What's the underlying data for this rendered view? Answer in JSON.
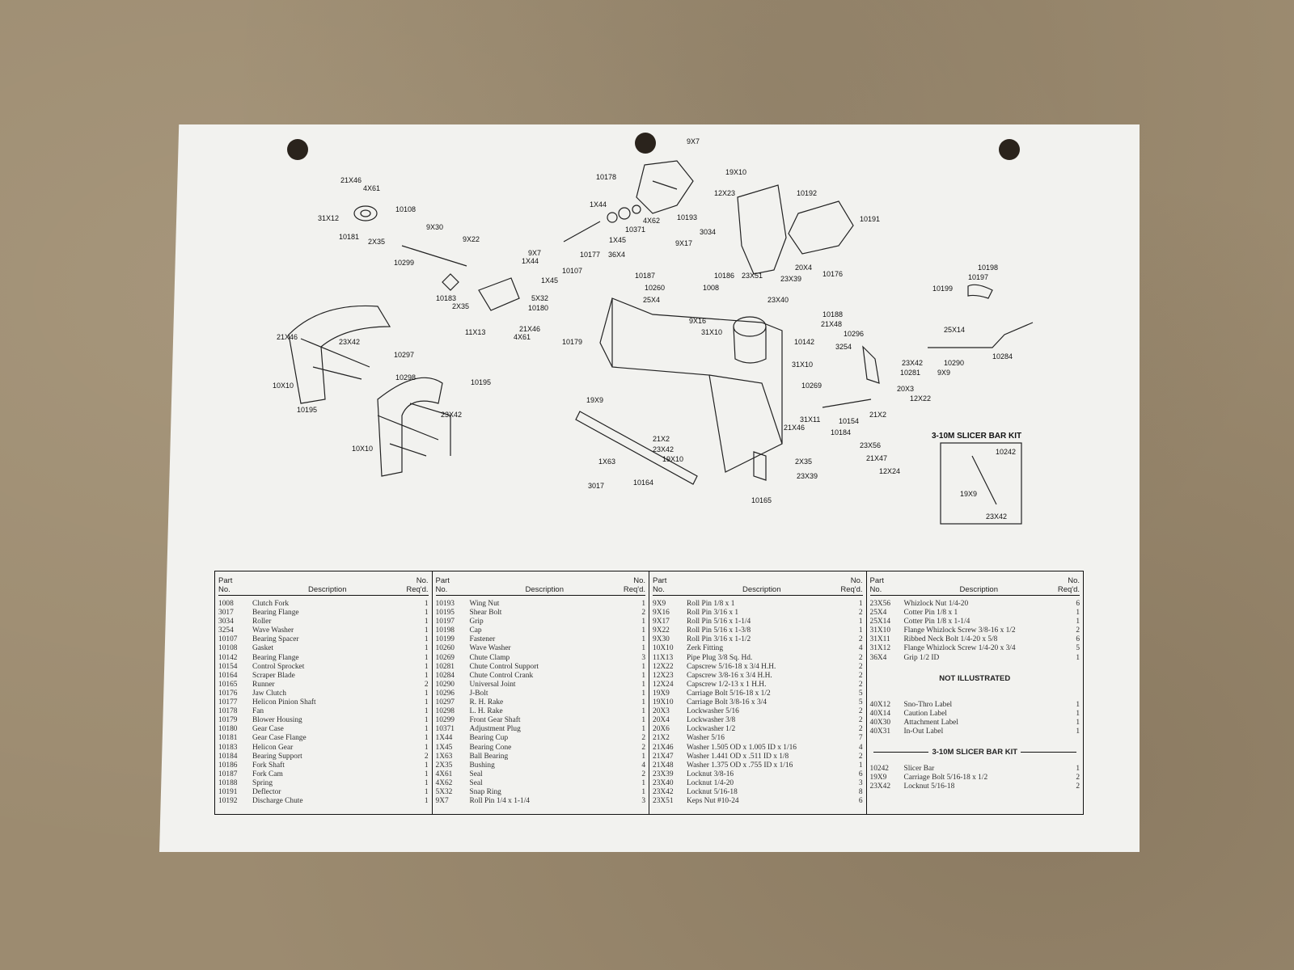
{
  "callouts": {
    "c9x7_top": "9X7",
    "c19x10_top": "19X10",
    "c12x23": "12X23",
    "c10192": "10192",
    "c10191": "10191",
    "c10178": "10178",
    "c1x44_a": "1X44",
    "c4x62": "4X62",
    "c10371": "10371",
    "c1x45_a": "1X45",
    "c10193": "10193",
    "c3034": "3034",
    "c9x17": "9X17",
    "c10177": "10177",
    "c36x4": "36X4",
    "c20x4": "20X4",
    "c10176": "10176",
    "c23x51": "23X51",
    "c23x39_a": "23X39",
    "c10186": "10186",
    "c10187": "10187",
    "c10260": "10260",
    "c1008": "1008",
    "c25x4": "25X4",
    "c9x16": "9X16",
    "c31x10_a": "31X10",
    "c23x40": "23X40",
    "c10188": "10188",
    "c21x48": "21X48",
    "c10142": "10142",
    "c10179": "10179",
    "c31x10_b": "31X10",
    "c10269": "10269",
    "c21x46_tl": "21X46",
    "c4x61_tl": "4X61",
    "c31x12": "31X12",
    "c10108": "10108",
    "c10181": "10181",
    "c2x35_a": "2X35",
    "c9x30": "9X30",
    "c9x22": "9X22",
    "c10299": "10299",
    "c9x7_b": "9X7",
    "c1x44_b": "1X44",
    "c10107": "10107",
    "c1x45_b": "1X45",
    "c10183": "10183",
    "c2x35_b": "2X35",
    "c5x32": "5X32",
    "c10180": "10180",
    "c11x13": "11X13",
    "c21x46_m": "21X46",
    "c4x61_m": "4X61",
    "c21x46_l": "21X46",
    "c23x42_l": "23X42",
    "c10297": "10297",
    "c10x10_a": "10X10",
    "c10195_a": "10195",
    "c10298": "10298",
    "c10195_b": "10195",
    "c23x42_m": "23X42",
    "c10x10_b": "10X10",
    "c19x9_a": "19X9",
    "c21x2_a": "21X2",
    "c23x42_b": "23X42",
    "c19x10_b": "19X10",
    "c1x63": "1X63",
    "c3017": "3017",
    "c10164": "10164",
    "c10165": "10165",
    "c23x39_b": "23X39",
    "c2x35_c": "2X35",
    "c21x47": "21X47",
    "c12x24": "12X24",
    "c23x56": "23X56",
    "c10184": "10184",
    "c21x46_r": "21X46",
    "c31x11": "31X11",
    "c10154": "10154",
    "c21x2_b": "21X2",
    "c20x3": "20X3",
    "c12x22": "12X22",
    "c10296": "10296",
    "c3254": "3254",
    "c23x42_r": "23X42",
    "c10281": "10281",
    "c9x9": "9X9",
    "c10290": "10290",
    "c25x14": "25X14",
    "c10284": "10284",
    "c10199": "10199",
    "c10197": "10197",
    "c10198": "10198",
    "kit_title": "3-10M SLICER BAR KIT",
    "kit_10242": "10242",
    "kit_19x9": "19X9",
    "kit_23x42": "23X42"
  },
  "table": {
    "header": {
      "part": "Part\nNo.",
      "part_line1": "Part",
      "part_line2": "No.",
      "description": "Description",
      "req_line1": "No.",
      "req_line2": "Req'd."
    },
    "columns": [
      {
        "rows": [
          [
            "1008",
            "Clutch Fork",
            "1"
          ],
          [
            "3017",
            "Bearing Flange",
            "1"
          ],
          [
            "3034",
            "Roller",
            "1"
          ],
          [
            "3254",
            "Wave Washer",
            "1"
          ],
          [
            "10107",
            "Bearing Spacer",
            "1"
          ],
          [
            "10108",
            "Gasket",
            "1"
          ],
          [
            "10142",
            "Bearing Flange",
            "1"
          ],
          [
            "10154",
            "Control Sprocket",
            "1"
          ],
          [
            "10164",
            "Scraper Blade",
            "1"
          ],
          [
            "10165",
            "Runner",
            "2"
          ],
          [
            "10176",
            "Jaw Clutch",
            "1"
          ],
          [
            "10177",
            "Helicon Pinion Shaft",
            "1"
          ],
          [
            "10178",
            "Fan",
            "1"
          ],
          [
            "10179",
            "Blower Housing",
            "1"
          ],
          [
            "10180",
            "Gear Case",
            "1"
          ],
          [
            "10181",
            "Gear Case Flange",
            "1"
          ],
          [
            "10183",
            "Helicon Gear",
            "1"
          ],
          [
            "10184",
            "Bearing Support",
            "2"
          ],
          [
            "10186",
            "Fork Shaft",
            "1"
          ],
          [
            "10187",
            "Fork Cam",
            "1"
          ],
          [
            "10188",
            "Spring",
            "1"
          ],
          [
            "10191",
            "Deflector",
            "1"
          ],
          [
            "10192",
            "Discharge Chute",
            "1"
          ]
        ]
      },
      {
        "rows": [
          [
            "10193",
            "Wing Nut",
            "1"
          ],
          [
            "10195",
            "Shear Bolt",
            "2"
          ],
          [
            "10197",
            "Grip",
            "1"
          ],
          [
            "10198",
            "Cap",
            "1"
          ],
          [
            "10199",
            "Fastener",
            "1"
          ],
          [
            "10260",
            "Wave Washer",
            "1"
          ],
          [
            "10269",
            "Chute Clamp",
            "3"
          ],
          [
            "10281",
            "Chute Control Support",
            "1"
          ],
          [
            "10284",
            "Chute Control Crank",
            "1"
          ],
          [
            "10290",
            "Universal Joint",
            "1"
          ],
          [
            "10296",
            "J-Bolt",
            "1"
          ],
          [
            "10297",
            "R. H. Rake",
            "1"
          ],
          [
            "10298",
            "L. H. Rake",
            "1"
          ],
          [
            "10299",
            "Front Gear Shaft",
            "1"
          ],
          [
            "10371",
            "Adjustment Plug",
            "1"
          ],
          [
            "1X44",
            "Bearing Cup",
            "2"
          ],
          [
            "1X45",
            "Bearing Cone",
            "2"
          ],
          [
            "1X63",
            "Ball Bearing",
            "1"
          ],
          [
            "2X35",
            "Bushing",
            "4"
          ],
          [
            "4X61",
            "Seal",
            "2"
          ],
          [
            "4X62",
            "Seal",
            "1"
          ],
          [
            "5X32",
            "Snap Ring",
            "1"
          ],
          [
            "9X7",
            "Roll Pin 1/4 x 1-1/4",
            "3"
          ]
        ]
      },
      {
        "rows": [
          [
            "9X9",
            "Roll Pin 1/8 x 1",
            "1"
          ],
          [
            "9X16",
            "Roll Pin 3/16 x 1",
            "2"
          ],
          [
            "9X17",
            "Roll Pin 5/16 x 1-1/4",
            "1"
          ],
          [
            "9X22",
            "Roll Pin 5/16 x 1-3/8",
            "1"
          ],
          [
            "9X30",
            "Roll Pin 3/16 x 1-1/2",
            "2"
          ],
          [
            "10X10",
            "Zerk Fitting",
            "4"
          ],
          [
            "11X13",
            "Pipe Plug 3/8 Sq. Hd.",
            "2"
          ],
          [
            "12X22",
            "Capscrew 5/16-18 x 3/4 H.H.",
            "2"
          ],
          [
            "12X23",
            "Capscrew 3/8-16 x 3/4 H.H.",
            "2"
          ],
          [
            "12X24",
            "Capscrew 1/2-13 x 1 H.H.",
            "2"
          ],
          [
            "19X9",
            "Carriage Bolt 5/16-18 x 1/2",
            "5"
          ],
          [
            "19X10",
            "Carriage Bolt 3/8-16 x 3/4",
            "5"
          ],
          [
            "20X3",
            "Lockwasher 5/16",
            "2"
          ],
          [
            "20X4",
            "Lockwasher 3/8",
            "2"
          ],
          [
            "20X6",
            "Lockwasher 1/2",
            "2"
          ],
          [
            "21X2",
            "Washer 5/16",
            "7"
          ],
          [
            "21X46",
            "Washer 1.505 OD x 1.005 ID x 1/16",
            "4"
          ],
          [
            "21X47",
            "Washer 1.441 OD x .511 ID x 1/8",
            "2"
          ],
          [
            "21X48",
            "Washer 1.375 OD x .755 ID x 1/16",
            "1"
          ],
          [
            "23X39",
            "Locknut 3/8-16",
            "6"
          ],
          [
            "23X40",
            "Locknut 1/4-20",
            "3"
          ],
          [
            "23X42",
            "Locknut 5/16-18",
            "8"
          ],
          [
            "23X51",
            "Keps Nut #10-24",
            "6"
          ]
        ]
      },
      {
        "rows": [
          [
            "23X56",
            "Whizlock Nut 1/4-20",
            "6"
          ],
          [
            "25X4",
            "Cotter Pin 1/8 x 1",
            "1"
          ],
          [
            "25X14",
            "Cotter Pin 1/8 x 1-1/4",
            "1"
          ],
          [
            "31X10",
            "Flange Whizlock Screw 3/8-16 x 1/2",
            "2"
          ],
          [
            "31X11",
            "Ribbed Neck Bolt 1/4-20 x 5/8",
            "6"
          ],
          [
            "31X12",
            "Flange Whizlock Screw 1/4-20 x 3/4",
            "5"
          ],
          [
            "36X4",
            "Grip 1/2 ID",
            "1"
          ]
        ],
        "not_illustrated_title": "NOT ILLUSTRATED",
        "not_illustrated": [
          [
            "40X12",
            "Sno-Thro Label",
            "1"
          ],
          [
            "40X14",
            "Caution Label",
            "1"
          ],
          [
            "40X30",
            "Attachment Label",
            "1"
          ],
          [
            "40X31",
            "In-Out Label",
            "1"
          ]
        ],
        "kit_title": "3-10M SLICER BAR KIT",
        "kit": [
          [
            "10242",
            "Slicer Bar",
            "1"
          ],
          [
            "19X9",
            "Carriage Bolt 5/16-18 x 1/2",
            "2"
          ],
          [
            "23X42",
            "Locknut 5/16-18",
            "2"
          ]
        ]
      }
    ]
  }
}
